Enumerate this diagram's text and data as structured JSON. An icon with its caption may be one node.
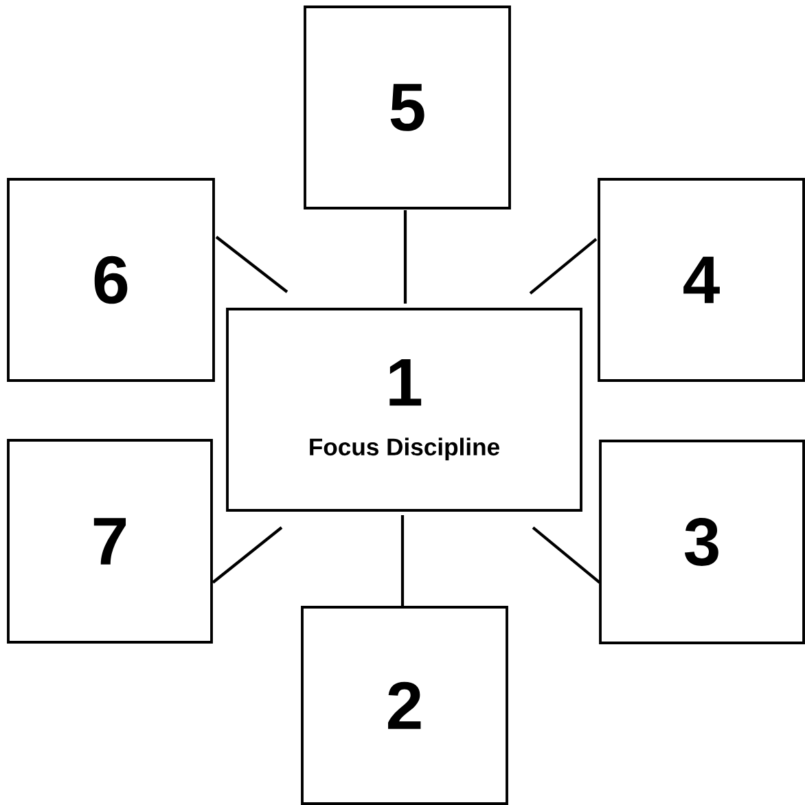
{
  "diagram": {
    "nodes": [
      {
        "text": [
          "5"
        ]
      },
      {
        "text": [
          "6"
        ]
      },
      {
        "text": [
          "4"
        ]
      },
      {
        "text": [
          "1",
          "Focus Discipline"
        ]
      },
      {
        "text": [
          "7"
        ]
      },
      {
        "text": [
          "3"
        ]
      },
      {
        "text": [
          "2"
        ]
      }
    ],
    "edges": [
      {
        "from": 3,
        "to": 0,
        "arrow": "none"
      },
      {
        "from": 3,
        "to": 1,
        "arrow": "none"
      },
      {
        "from": 3,
        "to": 2,
        "arrow": "none"
      },
      {
        "from": 3,
        "to": 4,
        "arrow": "none"
      },
      {
        "from": 3,
        "to": 5,
        "arrow": "none"
      },
      {
        "from": 3,
        "to": 6,
        "arrow": "none"
      }
    ]
  }
}
